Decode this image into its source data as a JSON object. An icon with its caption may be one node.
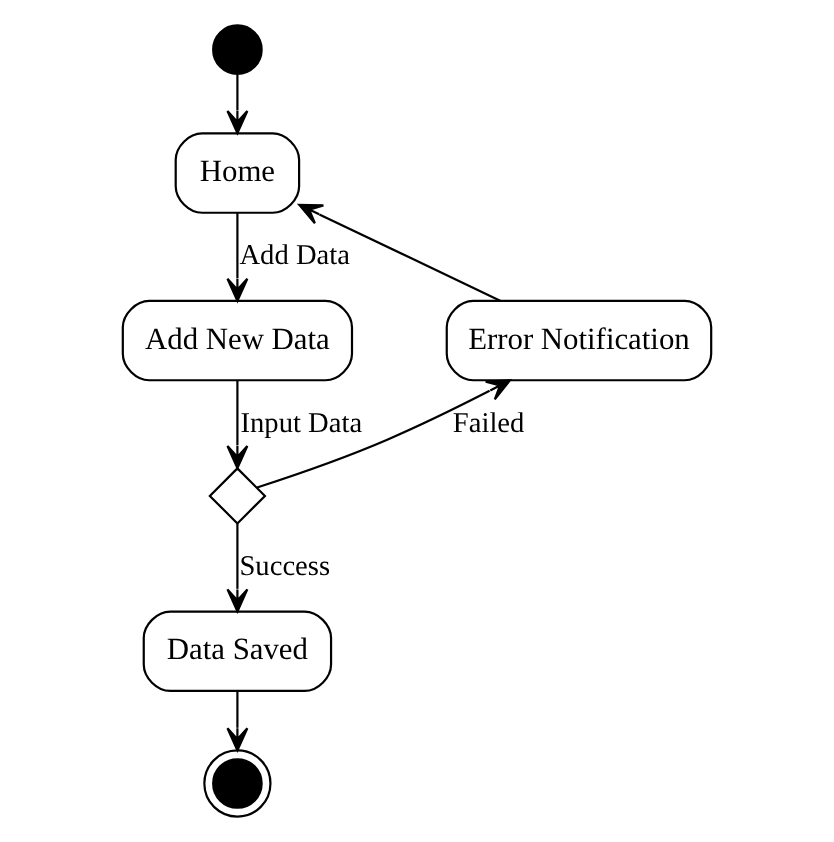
{
  "diagram": {
    "nodes": [
      {
        "text": [],
        "shape": "circle"
      },
      {
        "text": [
          "Home"
        ]
      },
      {
        "text": [
          "Add New Data"
        ]
      },
      {
        "text": [],
        "shape": "diamond"
      },
      {
        "text": [
          "Error Notification"
        ]
      },
      {
        "text": [
          "Data Saved"
        ]
      },
      {
        "text": [],
        "shape": "circle"
      }
    ],
    "edges": [
      {
        "from": 0,
        "to": 1,
        "arrow": "to"
      },
      {
        "from": 1,
        "to": 2,
        "arrow": "to",
        "label": "Add Data"
      },
      {
        "from": 2,
        "to": 3,
        "arrow": "to",
        "label": "Input Data"
      },
      {
        "from": 3,
        "to": 4,
        "arrow": "to",
        "label": "Failed"
      },
      {
        "from": 4,
        "to": 1,
        "arrow": "to"
      },
      {
        "from": 3,
        "to": 5,
        "arrow": "to",
        "label": "Success"
      },
      {
        "from": 5,
        "to": 6,
        "arrow": "to"
      }
    ]
  }
}
